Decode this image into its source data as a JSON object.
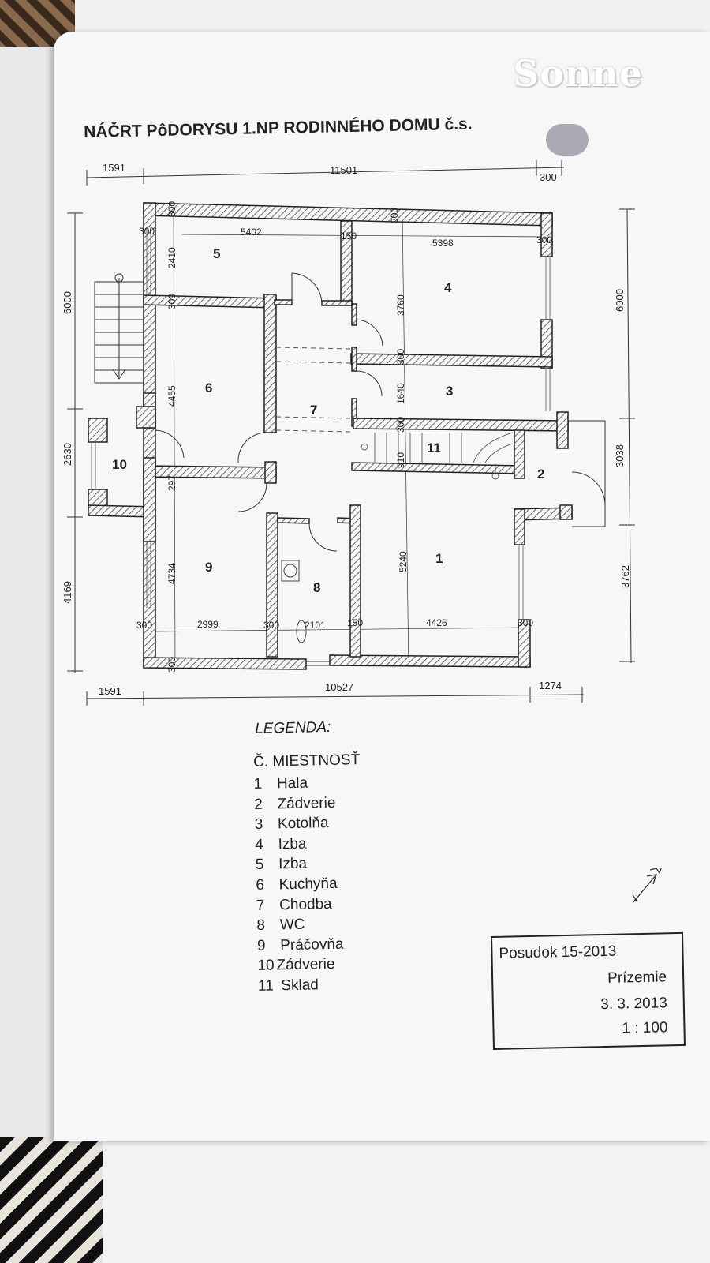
{
  "document": {
    "logo": "Sonne",
    "title": "NÁČRT PôDORYSU 1.NP RODINNÉHO DOMU č.s.",
    "dimensions": {
      "top_left": "1591",
      "top_mid": "11501",
      "top_right": "300",
      "bottom_left": "1591",
      "bottom_mid": "10527",
      "bottom_right": "1274",
      "left_upper": "6000",
      "left_middle": "2630",
      "left_lower": "4169",
      "right_upper": "6000",
      "right_middle": "3038",
      "right_lower": "3762"
    },
    "inner_labels": {
      "a300_1": "300",
      "a300_2": "300",
      "a300_3": "300",
      "a300_4": "300",
      "a300_5": "300",
      "a300_6": "300",
      "a300_7": "300",
      "a300_8": "300",
      "a300_9": "300",
      "a300_10": "300",
      "a300_11": "300",
      "d5402": "5402",
      "d5398": "5398",
      "d150a": "150",
      "d150b": "150",
      "d2410": "2410",
      "d3760": "3760",
      "d4455": "4455",
      "d1640": "1640",
      "d910": "910",
      "d297": "297",
      "d4734": "4734",
      "d5240": "5240",
      "d2999": "2999",
      "d2101": "2101",
      "d4426": "4426"
    },
    "rooms": [
      "1",
      "2",
      "3",
      "4",
      "5",
      "6",
      "7",
      "8",
      "9",
      "10",
      "11"
    ],
    "legend": {
      "title": "LEGENDA:",
      "header_num": "Č.",
      "header_name": "MIESTNOSŤ",
      "items": [
        {
          "num": "1",
          "name": "Hala"
        },
        {
          "num": "2",
          "name": "Zádverie"
        },
        {
          "num": "3",
          "name": "Kotolňa"
        },
        {
          "num": "4",
          "name": "Izba"
        },
        {
          "num": "5",
          "name": "Izba"
        },
        {
          "num": "6",
          "name": "Kuchyňa"
        },
        {
          "num": "7",
          "name": "Chodba"
        },
        {
          "num": "8",
          "name": "WC"
        },
        {
          "num": "9",
          "name": "Práčovňa"
        },
        {
          "num": "10",
          "name": "Zádverie"
        },
        {
          "num": "11",
          "name": "Sklad"
        }
      ]
    },
    "stamp": {
      "line1": "Posudok 15-2013",
      "line2": "Prízemie",
      "line3": "3. 3. 2013",
      "line4": "1 : 100"
    }
  }
}
